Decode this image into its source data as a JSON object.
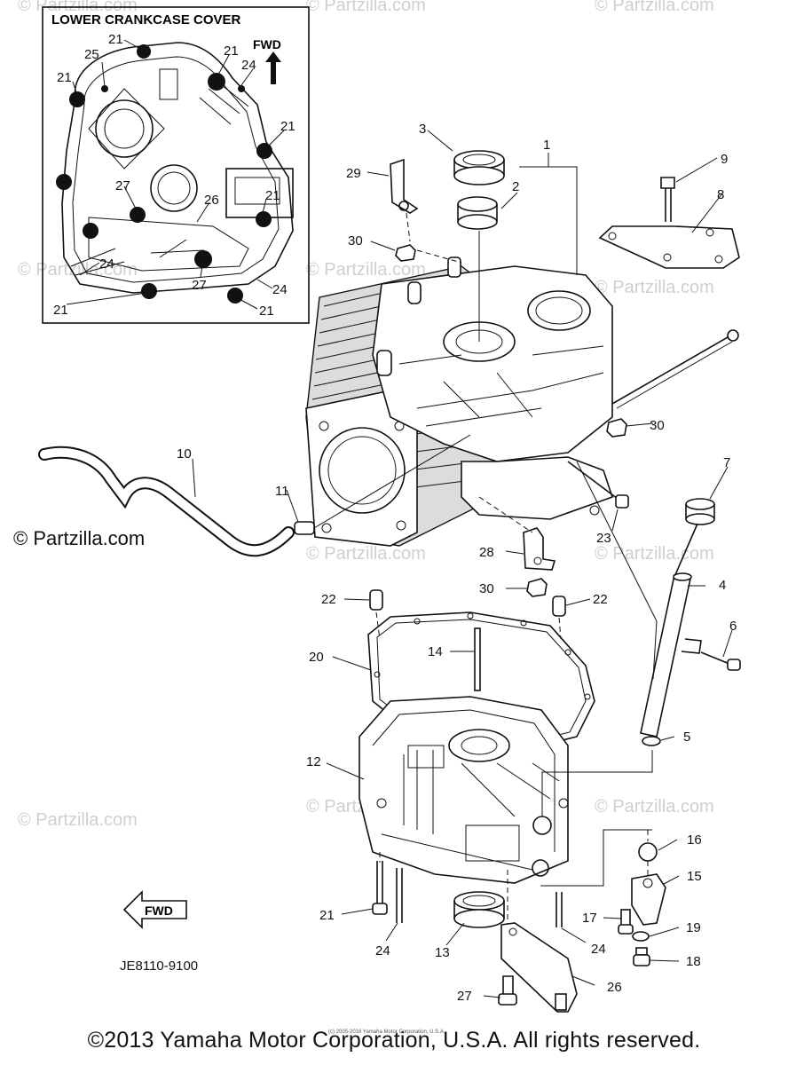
{
  "inset": {
    "title": "LOWER CRANKCASE COVER",
    "fwd_label": "FWD",
    "callouts": [
      "21",
      "25",
      "21",
      "24",
      "21",
      "21",
      "27",
      "26",
      "21",
      "24",
      "27",
      "24",
      "21",
      "21",
      "21"
    ]
  },
  "callouts": {
    "c1": "1",
    "c2": "2",
    "c3": "3",
    "c4": "4",
    "c5": "5",
    "c6": "6",
    "c7": "7",
    "c8": "8",
    "c9": "9",
    "c10": "10",
    "c11": "11",
    "c12": "12",
    "c13": "13",
    "c14": "14",
    "c15": "15",
    "c16": "16",
    "c17": "17",
    "c18": "18",
    "c19": "19",
    "c20": "20",
    "c21": "21",
    "c22a": "22",
    "c22b": "22",
    "c23": "23",
    "c24a": "24",
    "c24b": "24",
    "c26": "26",
    "c27": "27",
    "c28": "28",
    "c29": "29",
    "c30a": "30",
    "c30b": "30",
    "c30c": "30"
  },
  "fwd_arrow_label": "FWD",
  "diagram_code": "JE8110-9100",
  "watermark": "© Partzilla.com",
  "copyright_overlay": "© Partzilla.com",
  "footer": "©2013 Yamaha Motor Corporation, U.S.A. All rights reserved.",
  "footer_small": "(c) 2005-2016 Yamaha Motor Corporation, U.S.A."
}
